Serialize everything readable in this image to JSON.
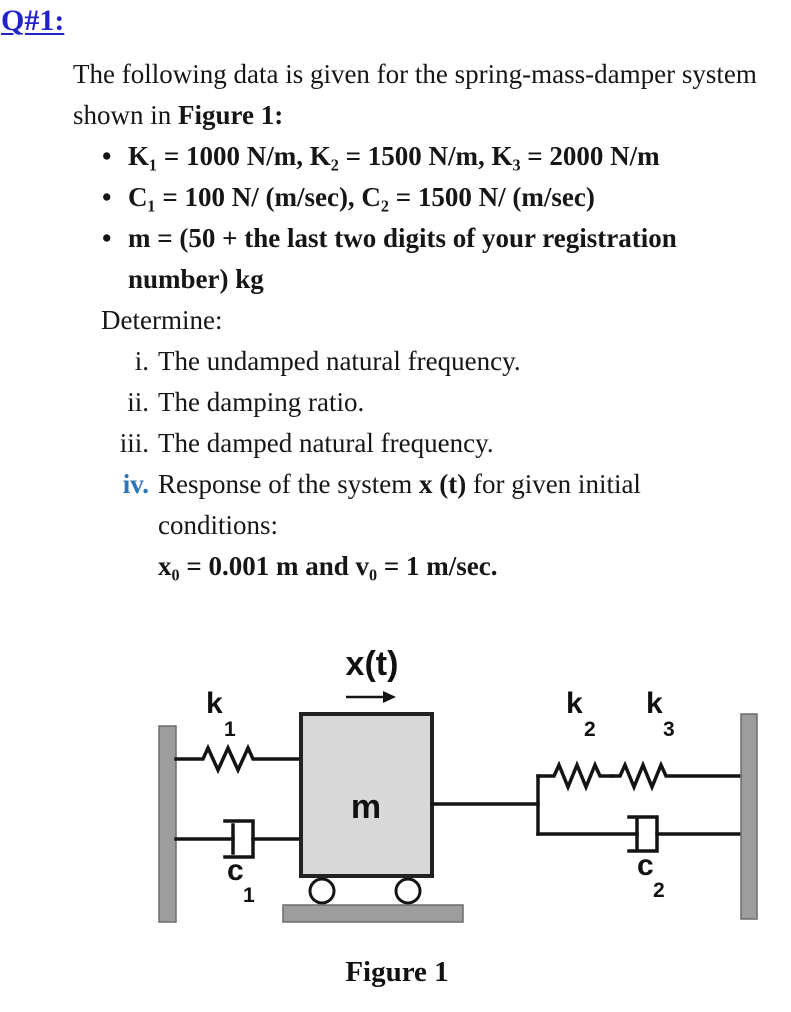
{
  "doc": {
    "heading": "Q#1:",
    "intro": {
      "before": "The following data is given for the spring-mass-damper system shown in ",
      "bold": "Figure 1:"
    },
    "bullet_marker": "•",
    "bullets": [
      "K₁ = 1000 N/m, K₂ = 1500 N/m, K₃ = 2000 N/m",
      "C₁ = 100 N/ (m/sec), C₂ = 1500 N/ (m/sec)",
      "m = (50 + the last two digits of your registration number) kg"
    ],
    "determine": "Determine:",
    "items": [
      {
        "marker": "i.",
        "text": "The undamped natural frequency."
      },
      {
        "marker": "ii.",
        "text": "The damping ratio."
      },
      {
        "marker": "iii.",
        "text": "The damped natural frequency."
      }
    ],
    "item_iv": {
      "marker": "iv.",
      "seg1": "Response of the system ",
      "seg2": "x (t)",
      "seg3": " for given initial",
      "line2": "conditions:"
    },
    "initial_conditions": "x₀ = 0.001 m and v₀ = 1 m/sec."
  },
  "figure": {
    "xt_label": "x(t)",
    "mass_label": "m",
    "k1": {
      "letter": "k",
      "sub": "1"
    },
    "k2": {
      "letter": "k",
      "sub": "2"
    },
    "k3": {
      "letter": "k",
      "sub": "3"
    },
    "c1": {
      "letter": "c",
      "sub": "1"
    },
    "c2": {
      "letter": "c",
      "sub": "2"
    },
    "caption": "Figure 1"
  },
  "colors": {
    "heading_blue": "#2222cc",
    "iv_blue": "#2e75b6",
    "mass_fill": "#d8d8d8",
    "wall_fill": "#9d9d9d"
  }
}
